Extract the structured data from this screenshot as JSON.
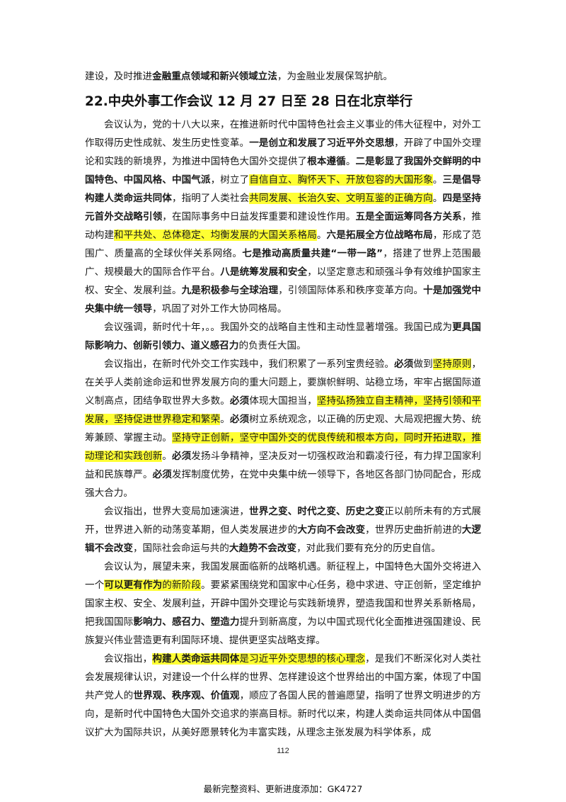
{
  "intro": {
    "t1": "建设，及时推进",
    "b1": "金融重点领域和新兴领域立法",
    "t2": "，为金融业发展保驾护航。"
  },
  "heading": "22.中央外事工作会议 12 月 27 日至 28 日在北京举行",
  "para1": {
    "t1": "会议认为，党的十八大以来，在推进新时代中国特色社会主义事业的伟大征程中，对外工作取得历史性成就、发生历史性变革。",
    "b1": "一是创立和发展了习近平外交思想",
    "t2": "，开辟了中国外交理论和实践的新境界，为推进中国特色大国外交提供了",
    "b2": "根本遵循",
    "t3": "。",
    "b3": "二是彰显了我国外交鲜明的中国特色、中国风格、中国气派",
    "t4": "，树立了",
    "h1": "自信自立、胸怀天下、开放包容的大国形象",
    "t5": "。",
    "b4": "三是倡导构建人类命运共同体",
    "t6": "，指明了人类社会",
    "h2": "共同发展、长治久安、文明互鉴的正确方向",
    "t7": "。",
    "b5": "四是坚持元首外交战略引领",
    "t8": "，在国际事务中日益发挥重要和建设性作用。",
    "b6": "五是全面运筹同各方关系",
    "t9": "，推动构建",
    "h3": "和平共处、总体稳定、均衡发展的大国关系格局",
    "t10": "。",
    "b7": "六是拓展全方位战略布局",
    "t11": "，形成了范围广、质量高的全球伙伴关系网络。",
    "b8": "七是推动高质量共建“一带一路”",
    "t12": "，搭建了世界上范围最广、规模最大的国际合作平台。",
    "b9": "八是统筹发展和安全",
    "t13": "，以坚定意志和顽强斗争有效维护国家主权、安全、发展利益。",
    "b10": "九是积极参与全球治理",
    "t14": "，引领国际体系和秩序变革方向。",
    "b11": "十是加强党中央集中统一领导",
    "t15": "，巩固了对外工作大协同格局。"
  },
  "para2": {
    "t1": "会议强调，新时代十年，。。我国外交的战略自主性和主动性显著增强。我国已成为",
    "b1": "更具国际影响力、创新引领力、道义感召力",
    "t2": "的负责任大国。"
  },
  "para3": {
    "t1": "会议指出，在新时代外交工作实践中，我们积累了一系列宝贵经验。",
    "b1": "必须",
    "t2": "做到",
    "h1": "坚持原则",
    "t3": "，在关乎人类前途命运和世界发展方向的重大问题上，要旗帜鲜明、站稳立场，牢牢占据国际道义制高点，团结争取世界大多数。",
    "b2": "必须",
    "t4": "体现大国担当，",
    "h2": "坚持弘扬独立自主精神，坚持引领和平发展，坚持促进世界稳定和繁荣",
    "t5": "。",
    "b3": "必须",
    "t6": "树立系统观念，以正确的历史观、大局观把握大势、统筹兼顾、掌握主动。",
    "h3": "坚持守正创新，坚守中国外交的优良传统和根本方向，同时开拓进取，推动理论和实践创新",
    "t7": "。",
    "b4": "必须",
    "t8": "发扬斗争精神，坚决反对一切强权政治和霸凌行径，有力捍卫国家利益和民族尊严。",
    "b5": "必须",
    "t9": "发挥制度优势，在党中央集中统一领导下，各地区各部门协同配合，形成强大合力。"
  },
  "para4": {
    "t1": "会议指出，世界大变局加速演进，",
    "b1": "世界之变、时代之变、历史之变",
    "t2": "正以前所未有的方式展开，世界进入新的动荡变革期，但人类发展进步的",
    "b2": "大方向不会改变",
    "t3": "，世界历史曲折前进的",
    "b3": "大逻辑不会改变",
    "t4": "，国际社会命运与共的",
    "b4": "大趋势不会改变",
    "t5": "，对此我们要有充分的历史自信。"
  },
  "para5": {
    "t1": "会议认为，展望未来，我国发展面临新的战略机遇。新征程上，中国特色大国外交将进入一个",
    "hb1": "可以更有作为",
    "h1": "的新阶段",
    "t2": "。要紧紧围绕党和国家中心任务，稳中求进、守正创新，坚定维护国家主权、安全、发展利益，开辟中国外交理论与实践新境界，塑造我国和世界关系新格局，把我国国际",
    "b1": "影响力、感召力、塑造力",
    "t3": "提升到新高度，为以中国式现代化全面推进强国建设、民族复兴伟业营造更有利国际环境、提供更坚实战略支撑。"
  },
  "para6": {
    "t1": "会议指出，",
    "hb1": "构建人类命运共同体",
    "h1": "是习近平外交思想的核心理念",
    "t2": "，是我们不断深化对人类社会发展规律认识，对建设一个什么样的世界、怎样建设这个世界给出的中国方案，体现了中国共产党人的",
    "b1": "世界观、秩序观、价值观",
    "t3": "，顺应了各国人民的普遍愿望，指明了世界文明进步的方向，是新时代中国特色大国外交追求的崇高目标。新时代以来，构建人类命运共同体从中国倡议扩大为国际共识，从美好愿景转化为丰富实践，从理念主张发展为科学体系，成"
  },
  "page_number": "112",
  "footer": "最新完整资料、更新进度添加：GK4727"
}
